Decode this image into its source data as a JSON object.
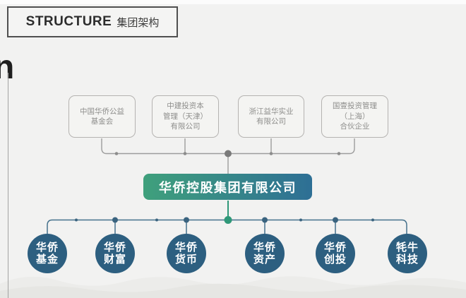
{
  "header": {
    "title_en": "STRUCTURE",
    "title_zh": "集团架构"
  },
  "decor": {
    "partial_letter": "n"
  },
  "org": {
    "parents": [
      {
        "name": "中国华侨公益基金会",
        "lines": [
          "中国华侨公益",
          "基金会"
        ]
      },
      {
        "name": "中建投资本管理（天津）有限公司",
        "lines": [
          "中建投资本",
          "管理（天津）",
          "有限公司"
        ]
      },
      {
        "name": "浙江益华实业有限公司",
        "lines": [
          "浙江益华实业",
          "有限公司"
        ]
      },
      {
        "name": "国壹投资管理（上海）合伙企业",
        "lines": [
          "国壹投资管理",
          "（上海）",
          "合伙企业"
        ]
      }
    ],
    "root": {
      "name": "华侨控股集团有限公司"
    },
    "subsidiaries": [
      {
        "name": "华侨基金",
        "lines": [
          "华侨",
          "基金"
        ]
      },
      {
        "name": "华侨财富",
        "lines": [
          "华侨",
          "财富"
        ]
      },
      {
        "name": "华侨货币",
        "lines": [
          "华侨",
          "货币"
        ]
      },
      {
        "name": "华侨资产",
        "lines": [
          "华侨",
          "资产"
        ]
      },
      {
        "name": "华侨创投",
        "lines": [
          "华侨",
          "创投"
        ]
      },
      {
        "name": "牦牛科技",
        "lines": [
          "牦牛",
          "科技"
        ]
      }
    ]
  },
  "colors": {
    "root_gradient_start": "#3fa07c",
    "root_gradient_end": "#2e6f95",
    "subsidiary_circle": "#2d5f80",
    "connector_top": "#9c9c9c",
    "connector_bottom": "#45718c",
    "junction_green": "#2f9878"
  }
}
